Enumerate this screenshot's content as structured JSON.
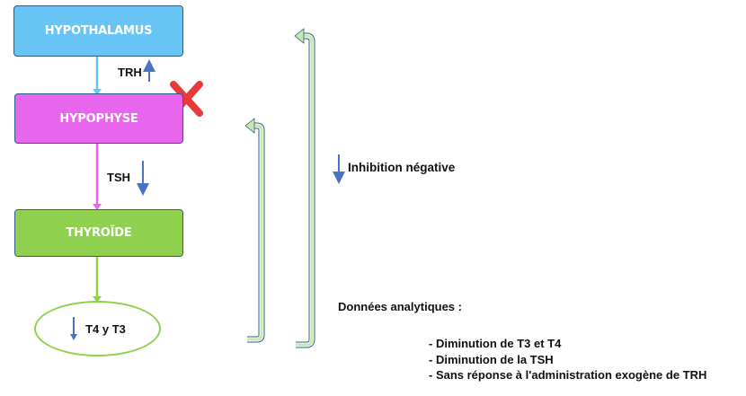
{
  "nodes": {
    "hypothalamus": "HYPOTHALAMUS",
    "hypophyse": "HYPOPHYSE",
    "thyroide": "THYROÏDE",
    "hormones": "T4 y T3"
  },
  "links": {
    "trh": "TRH",
    "tsh": "TSH"
  },
  "legend": {
    "inhibition": "Inhibition négative"
  },
  "analytics": {
    "title": "Données analytiques :",
    "items": [
      "- Diminution de T3 et T4",
      "- Diminution de la TSH",
      "- Sans réponse à l'administration exogène de TRH"
    ]
  },
  "colors": {
    "hypothalamus": "#68c4f5",
    "hypophyse": "#e865ee",
    "thyroide": "#8fd14f",
    "arrow_blue": "#4a72c4",
    "cross_red": "#e83a3a"
  },
  "icons": {
    "block": "red-x-cross-icon",
    "trend_up": "up-arrow-icon",
    "trend_down": "down-arrow-icon",
    "feedback": "feedback-bracket-arrow-icon"
  }
}
